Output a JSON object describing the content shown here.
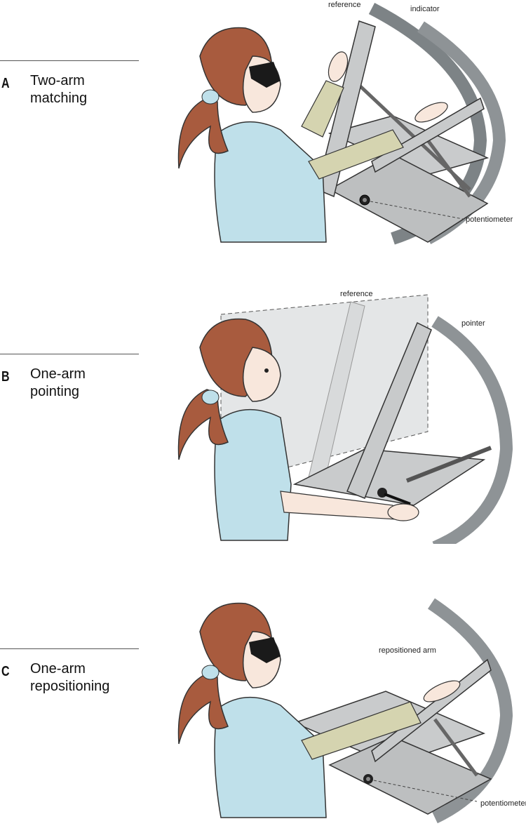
{
  "panels": [
    {
      "letter": "A",
      "title_lines": [
        "Two-arm",
        "matching"
      ],
      "annotations": {
        "top_left": "reference",
        "top_right": "indicator",
        "side": "potentiometer"
      }
    },
    {
      "letter": "B",
      "title_lines": [
        "One-arm",
        "pointing"
      ],
      "annotations": {
        "top_left": "reference",
        "top_right": "pointer"
      }
    },
    {
      "letter": "C",
      "title_lines": [
        "One-arm",
        "repositioning"
      ],
      "annotations": {
        "top_left": "repositioned arm",
        "side": "potentiometer"
      }
    }
  ],
  "colors": {
    "hair": "#a85b3e",
    "shirt": "#bfe0ea",
    "skin": "#f8e7dc",
    "glasses": "#1a1a1a",
    "cast": "#d5d4b0",
    "metal": "#8e9396",
    "board": "#c9cbcc"
  }
}
